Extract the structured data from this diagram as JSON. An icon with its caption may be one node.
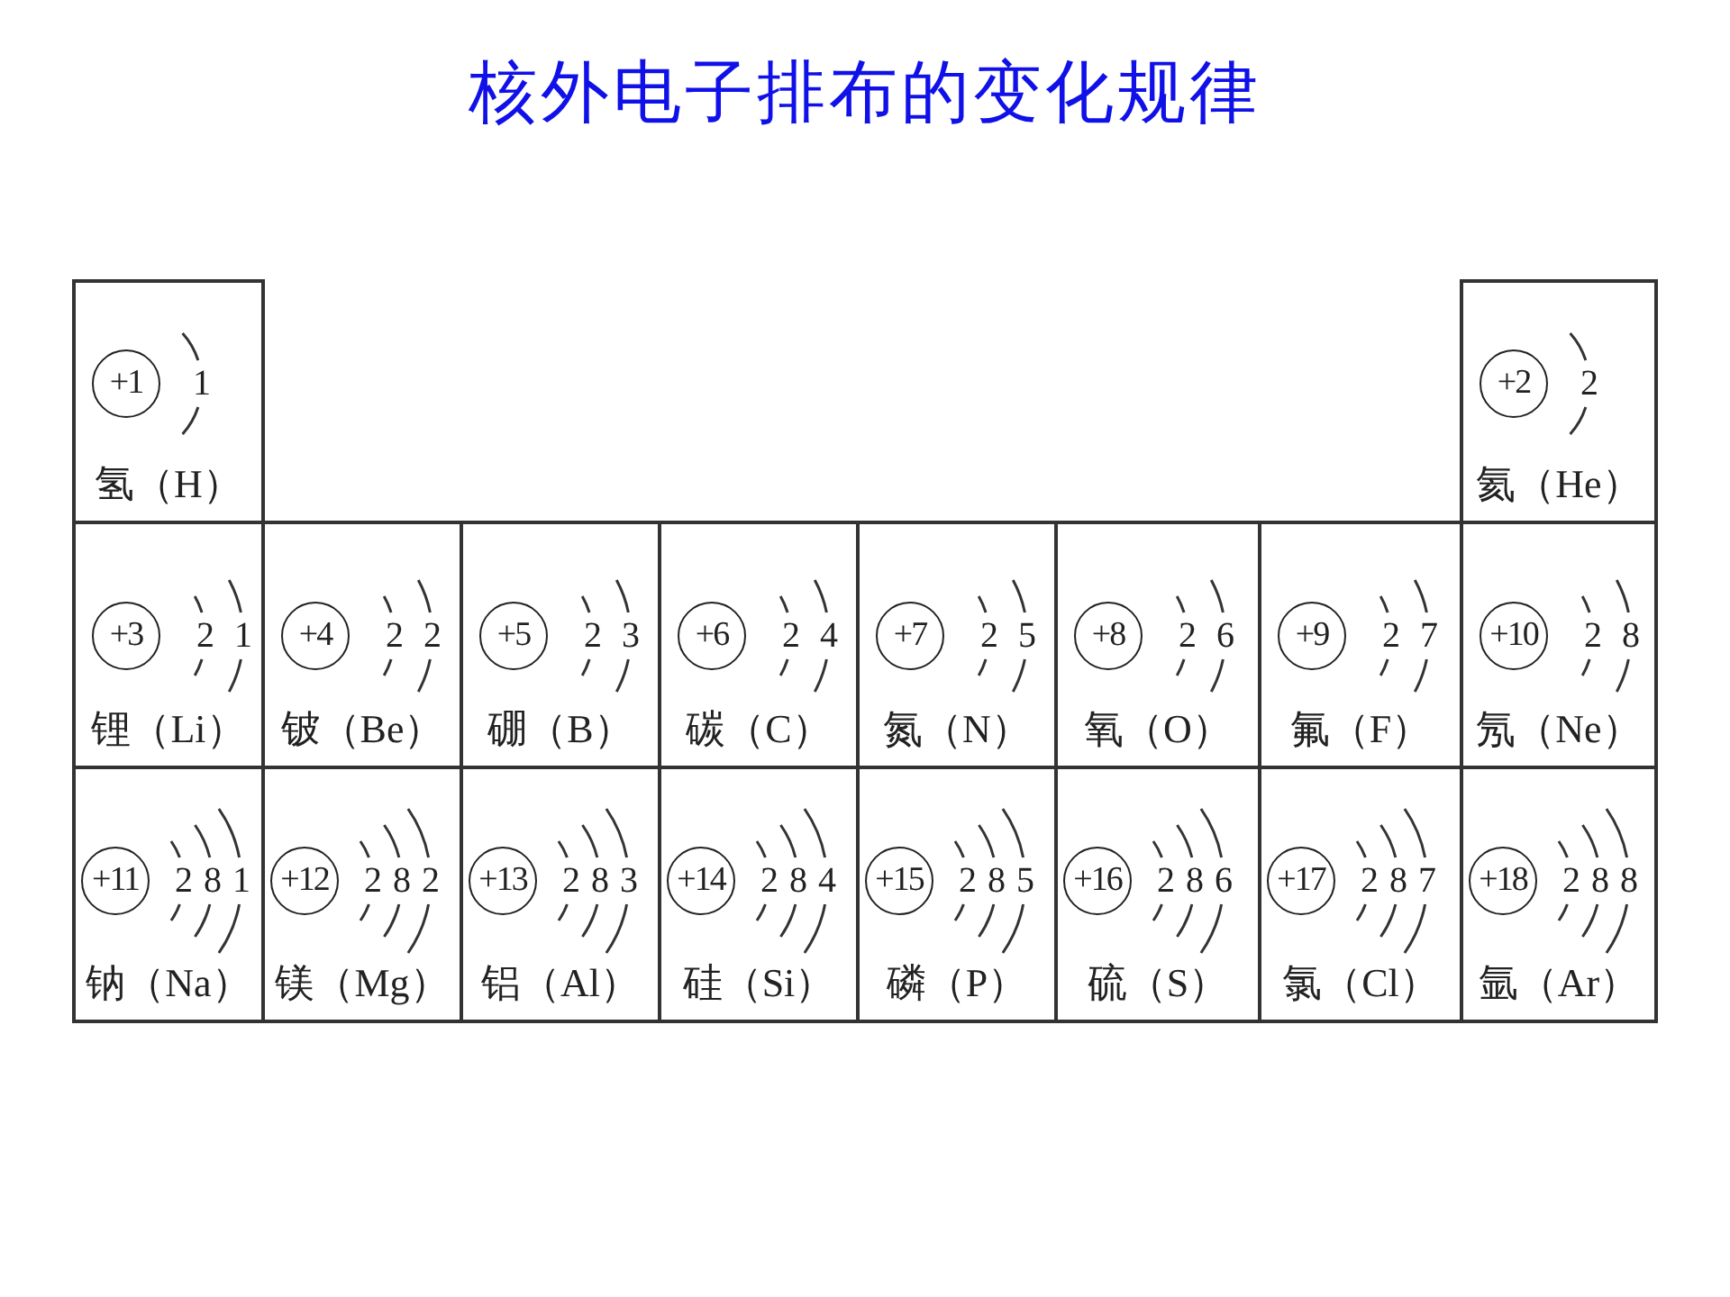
{
  "diagram": {
    "title": "核外电子排布的变化规律",
    "nodes": [
      {
        "text": [
          "1",
          "氢（H）"
        ]
      },
      {
        "text": [
          "+1"
        ],
        "in": 0
      },
      {
        "text": [
          "2",
          "氦（He）"
        ]
      },
      {
        "text": [
          "+2"
        ],
        "in": 2
      },
      {
        "text": [
          "2",
          "1",
          "锂（Li）"
        ]
      },
      {
        "text": [
          "+3"
        ],
        "in": 4
      },
      {
        "text": [
          "2",
          "2",
          "铍（Be）"
        ]
      },
      {
        "text": [
          "+4"
        ],
        "in": 6
      },
      {
        "text": [
          "2",
          "3",
          "硼（B）"
        ]
      },
      {
        "text": [
          "+5"
        ],
        "in": 8
      },
      {
        "text": [
          "2",
          "4",
          "碳（C）"
        ]
      },
      {
        "text": [
          "+6"
        ],
        "in": 10
      },
      {
        "text": [
          "2",
          "5",
          "氮（N）"
        ]
      },
      {
        "text": [
          "+7"
        ],
        "in": 12
      },
      {
        "text": [
          "2",
          "6",
          "氧（O）"
        ]
      },
      {
        "text": [
          "+8"
        ],
        "in": 14
      },
      {
        "text": [
          "2",
          "7",
          "氟（F）"
        ]
      },
      {
        "text": [
          "+9"
        ],
        "in": 16
      },
      {
        "text": [
          "2",
          "8",
          "氖（Ne）"
        ]
      },
      {
        "text": [
          "+10"
        ],
        "in": 18
      },
      {
        "text": [
          "2",
          "8",
          "1",
          "钠（Na）"
        ]
      },
      {
        "text": [
          "+11"
        ],
        "in": 20
      },
      {
        "text": [
          "2",
          "8",
          "2",
          "镁（Mg）"
        ]
      },
      {
        "text": [
          "+12"
        ],
        "in": 22
      },
      {
        "text": [
          "2",
          "8",
          "3",
          "铝（Al）"
        ]
      },
      {
        "text": [
          "+13"
        ],
        "in": 24
      },
      {
        "text": [
          "2",
          "8",
          "4",
          "硅（Si）"
        ]
      },
      {
        "text": [
          "+14"
        ],
        "in": 26
      },
      {
        "text": [
          "2",
          "8",
          "5",
          "磷（P）"
        ]
      },
      {
        "text": [
          "+15"
        ],
        "in": 28
      },
      {
        "text": [
          "2",
          "8",
          "6",
          "硫（S）"
        ]
      },
      {
        "text": [
          "+16"
        ],
        "in": 30
      },
      {
        "text": [
          "2",
          "8",
          "7",
          "氯（Cl）"
        ]
      },
      {
        "text": [
          "+17"
        ],
        "in": 32
      },
      {
        "text": [
          "2",
          "8",
          "8",
          "氩（Ar）"
        ]
      },
      {
        "text": [
          "+18"
        ],
        "in": 34
      }
    ]
  }
}
